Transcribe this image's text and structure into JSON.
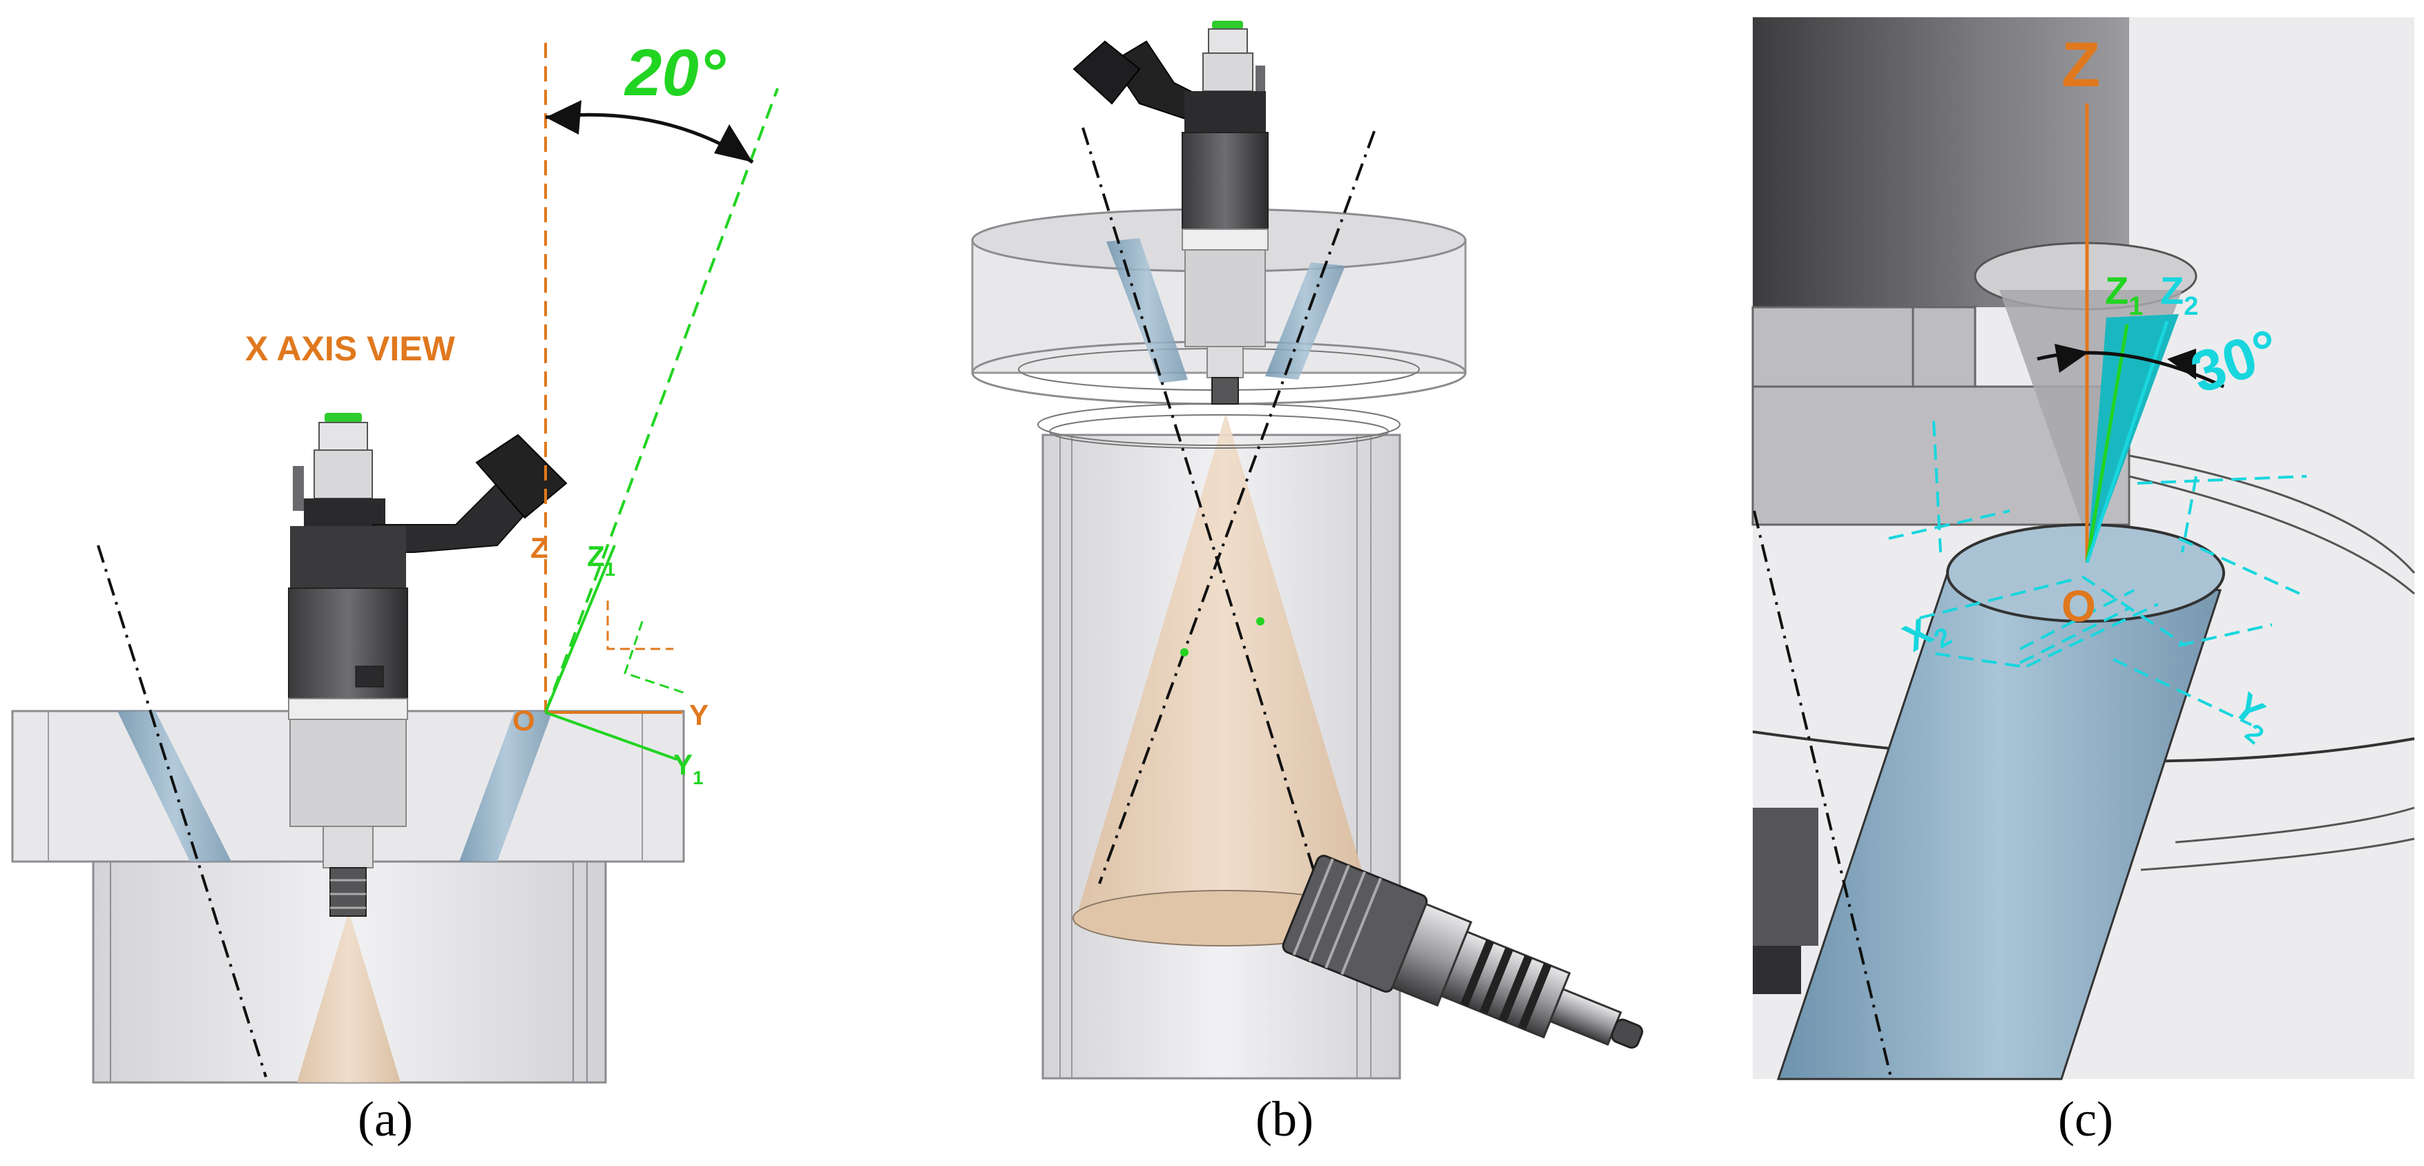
{
  "colors": {
    "orange": "#E0781E",
    "green": "#22D422",
    "cyan": "#18D6DE",
    "body_gray": "#d9d9dc",
    "flange": "#e7e7ea",
    "cone": "#e6cdb3",
    "hole_blue": "#8fb0c6"
  },
  "panel_a": {
    "caption": "(a)",
    "view_label": "X AXIS VIEW",
    "angle_label": "20°",
    "axis_z": "Z",
    "axis_z1": "Z",
    "axis_z1_sub": "1",
    "axis_y": "Y",
    "axis_y1": "Y",
    "axis_y1_sub": "1",
    "origin": "O"
  },
  "panel_b": {
    "caption": "(b)"
  },
  "panel_c": {
    "caption": "(c)",
    "axis_z": "Z",
    "axis_z1": "Z",
    "axis_z1_sub": "1",
    "axis_z2": "Z",
    "axis_z2_sub": "2",
    "angle_label": "30°",
    "origin": "O",
    "axis_x2": "X",
    "axis_x2_sub": "2",
    "axis_y2": "Y",
    "axis_y2_sub": "2"
  },
  "icons": [
    "fuel-injector-icon",
    "spark-plug-icon"
  ]
}
